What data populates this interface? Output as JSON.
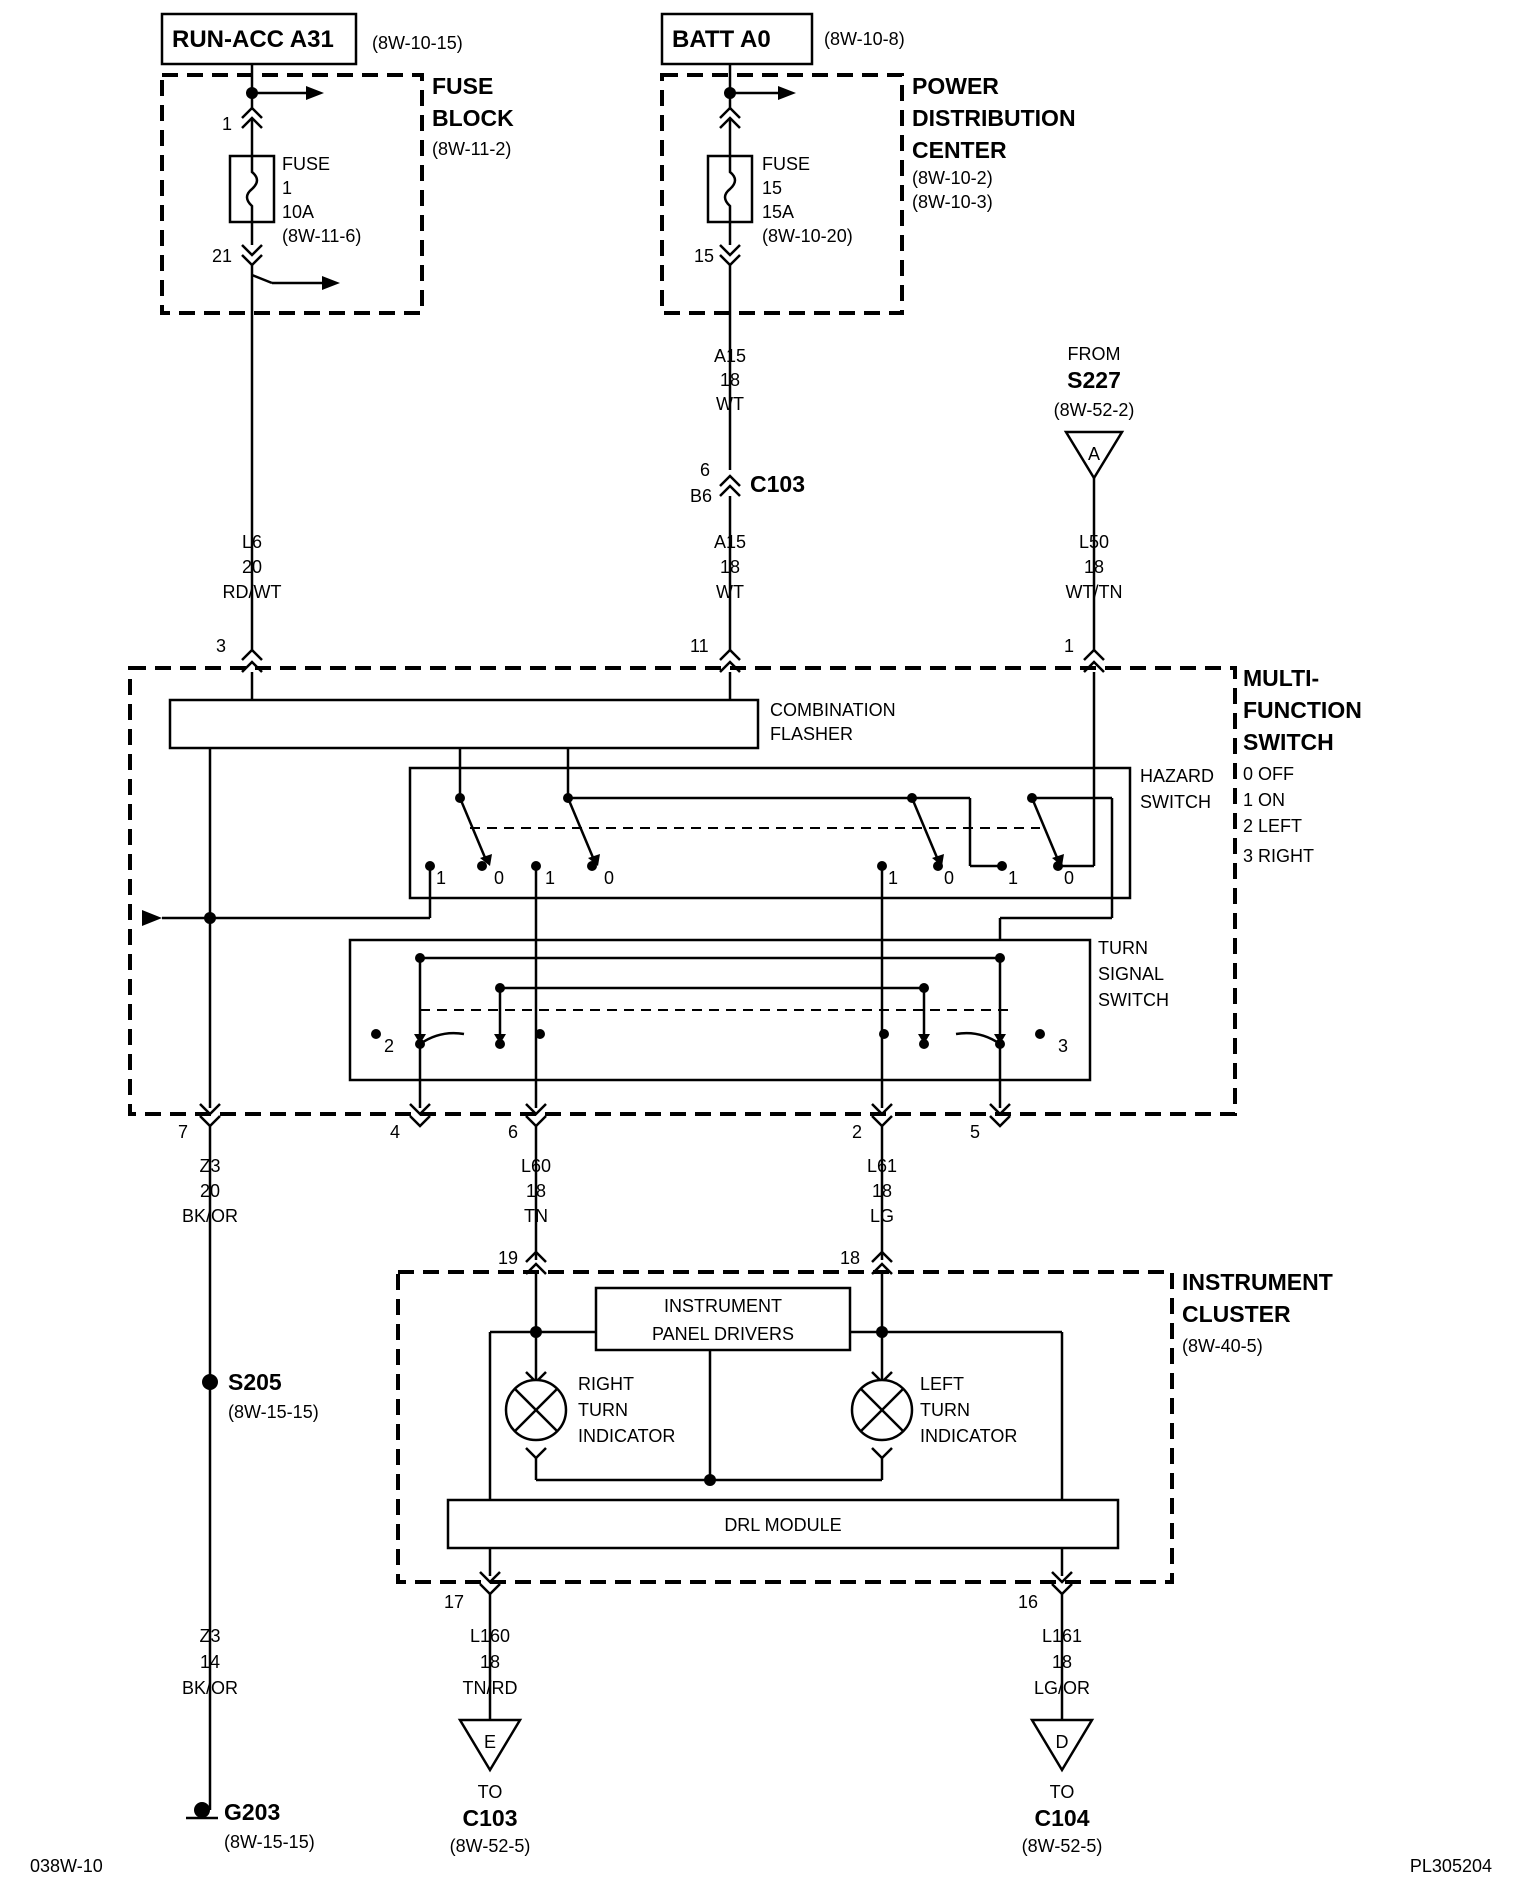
{
  "sources": {
    "run_acc": {
      "label": "RUN-ACC A31",
      "ref": "(8W-10-15)"
    },
    "batt": {
      "label": "BATT A0",
      "ref": "(8W-10-8)"
    }
  },
  "fuse_block": {
    "title_line1": "FUSE",
    "title_line2": "BLOCK",
    "ref": "(8W-11-2)",
    "fuse_label": "FUSE",
    "fuse_number": "1",
    "fuse_rating": "10A",
    "fuse_ref": "(8W-11-6)",
    "pin_in": "1",
    "pin_out": "21"
  },
  "pdc": {
    "title_line1": "POWER",
    "title_line2": "DISTRIBUTION",
    "title_line3": "CENTER",
    "ref1": "(8W-10-2)",
    "ref2": "(8W-10-3)",
    "fuse_label": "FUSE",
    "fuse_number": "15",
    "fuse_rating": "15A",
    "fuse_ref": "(8W-10-20)",
    "pin": "15"
  },
  "wires": {
    "a15_upper": {
      "circuit": "A15",
      "gauge": "18",
      "color": "WT"
    },
    "a15_lower": {
      "circuit": "A15",
      "gauge": "18",
      "color": "WT"
    },
    "l6": {
      "circuit": "L6",
      "gauge": "20",
      "color": "RD/WT"
    },
    "l50": {
      "circuit": "L50",
      "gauge": "18",
      "color": "WT/TN"
    },
    "z3_upper": {
      "circuit": "Z3",
      "gauge": "20",
      "color": "BK/OR"
    },
    "z3_lower": {
      "circuit": "Z3",
      "gauge": "14",
      "color": "BK/OR"
    },
    "l60": {
      "circuit": "L60",
      "gauge": "18",
      "color": "TN"
    },
    "l61": {
      "circuit": "L61",
      "gauge": "18",
      "color": "LG"
    },
    "l160": {
      "circuit": "L160",
      "gauge": "18",
      "color": "TN/RD"
    },
    "l161": {
      "circuit": "L161",
      "gauge": "18",
      "color": "LG/OR"
    }
  },
  "c103": {
    "label": "C103",
    "pin_top": "6",
    "pin_bottom": "B6"
  },
  "s227": {
    "from": "FROM",
    "label": "S227",
    "ref": "(8W-52-2)",
    "letter": "A"
  },
  "mfs": {
    "title_line1": "MULTI-",
    "title_line2": "FUNCTION",
    "title_line3": "SWITCH",
    "pins_top": {
      "l6": "3",
      "a15": "11",
      "l50": "1"
    },
    "pins_bottom": {
      "z3": "7",
      "p4": "4",
      "l60": "6",
      "l61": "2",
      "p5": "5"
    },
    "flasher_line1": "COMBINATION",
    "flasher_line2": "FLASHER",
    "hazard_line1": "HAZARD",
    "hazard_line2": "SWITCH",
    "positions": [
      "0 OFF",
      "1 ON",
      "2 LEFT",
      "3 RIGHT"
    ],
    "hazard_contacts": [
      "1",
      "0",
      "1",
      "0",
      "1",
      "0",
      "1",
      "0"
    ],
    "turn_line1": "TURN",
    "turn_line2": "SIGNAL",
    "turn_line3": "SWITCH",
    "turn_left": "2",
    "turn_right": "3"
  },
  "s205": {
    "label": "S205",
    "ref": "(8W-15-15)"
  },
  "g203": {
    "label": "G203",
    "ref": "(8W-15-15)"
  },
  "cluster": {
    "title_line1": "INSTRUMENT",
    "title_line2": "CLUSTER",
    "ref": "(8W-40-5)",
    "pin_l60": "19",
    "pin_l61": "18",
    "pin_l160": "17",
    "pin_l161": "16",
    "drivers_line1": "INSTRUMENT",
    "drivers_line2": "PANEL DRIVERS",
    "right_line1": "RIGHT",
    "right_line2": "TURN",
    "right_line3": "INDICATOR",
    "left_line1": "LEFT",
    "left_line2": "TURN",
    "left_line3": "INDICATOR",
    "drl": "DRL MODULE"
  },
  "conn_e": {
    "letter": "E",
    "to": "TO",
    "label": "C103",
    "ref": "(8W-52-5)"
  },
  "conn_d": {
    "letter": "D",
    "to": "TO",
    "label": "C104",
    "ref": "(8W-52-5)"
  },
  "footer": {
    "left": "038W-10",
    "right": "PL305204"
  }
}
